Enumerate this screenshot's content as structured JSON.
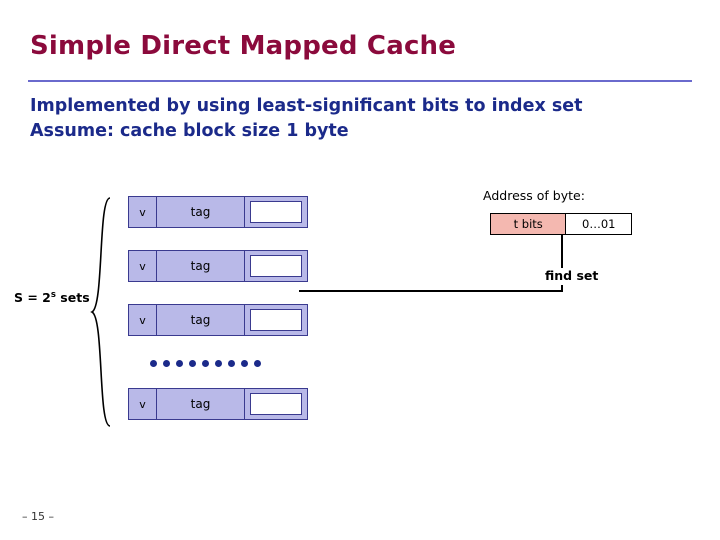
{
  "slide": {
    "title": "Simple Direct Mapped Cache",
    "subtitle_line1": "Implemented by using least-significant bits to index set",
    "subtitle_line2": "Assume: cache block size 1 byte",
    "page_number": "– 15 –",
    "colors": {
      "title": "#8b0a3c",
      "subtitle": "#1b2a8a",
      "rule": "#6a6acd",
      "row_fill": "#b9b9e8",
      "row_border": "#3a3a8f",
      "tag_segment": "#f4b8b0"
    }
  },
  "cache": {
    "sets_label": "S = 2",
    "sets_label_sup": "s",
    "sets_label_tail": " sets",
    "rows": [
      {
        "v": "v",
        "tag": "tag",
        "data": ""
      },
      {
        "v": "v",
        "tag": "tag",
        "data": ""
      },
      {
        "v": "v",
        "tag": "tag",
        "data": ""
      },
      {
        "v": "v",
        "tag": "tag",
        "data": ""
      }
    ],
    "ellipsis_dots": 9
  },
  "address": {
    "caption": "Address of byte:",
    "segments": [
      {
        "label": "t bits"
      },
      {
        "label": "0…01"
      }
    ],
    "find_set_label": "find set"
  }
}
